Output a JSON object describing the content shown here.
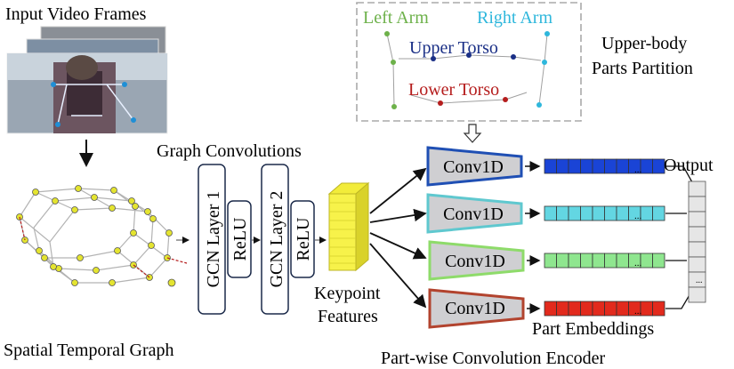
{
  "labels": {
    "input_frames": "Input Video Frames",
    "graph": "Spatial Temporal Graph",
    "graph_convs": "Graph Convolutions",
    "gcn1": "GCN Layer 1",
    "gcn2": "GCN Layer 2",
    "relu": "ReLU",
    "keypoint_line1": "Keypoint",
    "keypoint_line2": "Features",
    "partition_line1": "Upper-body",
    "partition_line2": "Parts Partition",
    "left_arm": "Left Arm",
    "right_arm": "Right Arm",
    "upper_torso": "Upper Torso",
    "lower_torso": "Lower Torso",
    "output": "Output",
    "part_embeddings": "Part Embeddings",
    "encoder": "Part-wise Convolution Encoder",
    "ellipsis": "..."
  },
  "conv_blocks": [
    {
      "label": "Conv1D",
      "border": "#1f4fb4",
      "embed": "#1a44d6"
    },
    {
      "label": "Conv1D",
      "border": "#5fc8cf",
      "embed": "#63d6e2"
    },
    {
      "label": "Conv1D",
      "border": "#8edb6a",
      "embed": "#8fe68f"
    },
    {
      "label": "Conv1D",
      "border": "#b2432e",
      "embed": "#e22a1d"
    }
  ],
  "colors": {
    "left_arm": "#6db14a",
    "right_arm": "#2eb7dc",
    "upper_torso": "#1a2f86",
    "lower_torso": "#b51d1d",
    "feature_yellow": "#f7f24a",
    "block_gray": "#cfcfd2"
  }
}
